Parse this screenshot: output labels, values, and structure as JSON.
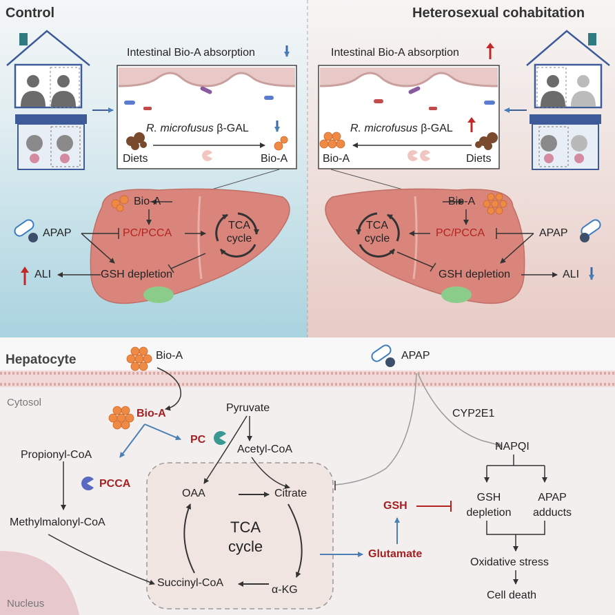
{
  "top": {
    "control_title": "Control",
    "cohab_title": "Heterosexual cohabitation",
    "left_absorption": "Intestinal Bio-A absorption",
    "right_absorption": "Intestinal Bio-A absorption",
    "bacteria_italic": "R. microfusus",
    "bacteria_enzyme": "β-GAL",
    "diets": "Diets",
    "bio_a": "Bio-A",
    "pc_pcca": "PC/PCCA",
    "tca_line1": "TCA",
    "tca_line2": "cycle",
    "apap": "APAP",
    "gsh_depletion": "GSH depletion",
    "ali": "ALI"
  },
  "bottom": {
    "hepatocyte": "Hepatocyte",
    "bio_a": "Bio-A",
    "apap": "APAP",
    "cytosol": "Cytosol",
    "nucleus": "Nucleus",
    "bio_a_red": "Bio-A",
    "pyruvate": "Pyruvate",
    "pc": "PC",
    "propionyl": "Propionyl-CoA",
    "pcca": "PCCA",
    "acetyl": "Acetyl-CoA",
    "methylmalonyl": "Methylmalonyl-CoA",
    "oaa": "OAA",
    "citrate": "Citrate",
    "tca_line1": "TCA",
    "tca_line2": "cycle",
    "succinyl": "Succinyl-CoA",
    "akg": "α-KG",
    "gsh": "GSH",
    "glutamate": "Glutamate",
    "cyp2e1": "CYP2E1",
    "napqi": "NAPQI",
    "gsh_dep1": "GSH",
    "gsh_dep2": "depletion",
    "apap_add1": "APAP",
    "apap_add2": "adducts",
    "oxidative": "Oxidative stress",
    "cell_death": "Cell death"
  },
  "colors": {
    "red_arrow": "#c0282a",
    "blue_arrow": "#3a6aa8",
    "liver": "#d9857c",
    "left_bg": "#cfe6ee",
    "right_bg": "#f0e0dc"
  }
}
